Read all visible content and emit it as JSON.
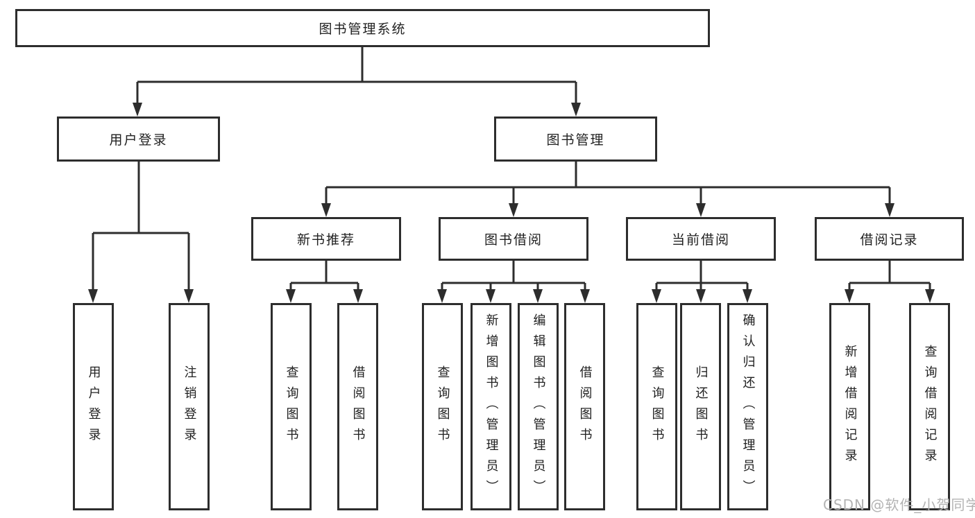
{
  "tree": {
    "root": "图书管理系统",
    "branches": [
      {
        "label": "用户登录",
        "leaves": [
          "用户登录",
          "注销登录"
        ]
      },
      {
        "label": "图书管理",
        "sections": [
          {
            "label": "新书推荐",
            "leaves": [
              "查询图书",
              "借阅图书"
            ]
          },
          {
            "label": "图书借阅",
            "leaves": [
              "查询图书",
              "新增图书（管理员）",
              "编辑图书（管理员）",
              "借阅图书"
            ]
          },
          {
            "label": "当前借阅",
            "leaves": [
              "查询图书",
              "归还图书",
              "确认归还（管理员）"
            ]
          },
          {
            "label": "借阅记录",
            "leaves": [
              "新增借阅记录",
              "查询借阅记录"
            ]
          }
        ]
      }
    ]
  },
  "watermark": {
    "text": "CSDN @软件_小贺同学"
  },
  "colors": {
    "line": "#2d2d2d",
    "text": "#212121",
    "watermark": "#b3b3b3",
    "background": "#ffffff"
  }
}
